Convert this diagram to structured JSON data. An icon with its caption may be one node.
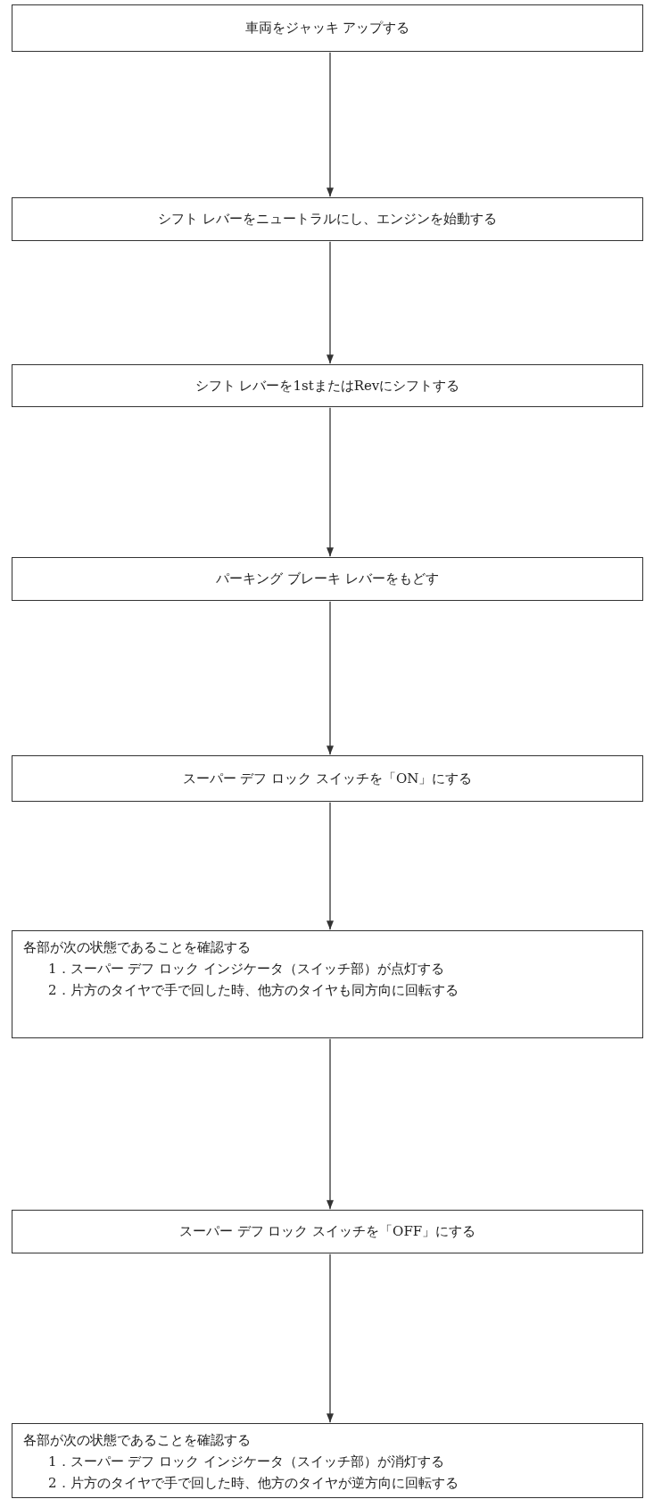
{
  "diagram": {
    "nodes": [
      {
        "text": [
          "車両をジャッキ アップする"
        ]
      },
      {
        "text": [
          "シフト レバーをニュートラルにし、エンジンを始動する"
        ]
      },
      {
        "text": [
          "シフト レバーを1stまたはRevにシフトする"
        ]
      },
      {
        "text": [
          "パーキング ブレーキ レバーをもどす"
        ]
      },
      {
        "text": [
          "スーパー デフ ロック スイッチを「ON」にする"
        ]
      },
      {
        "text": [
          "各部が次の状態であることを確認する",
          "1．スーパー デフ ロック インジケータ（スイッチ部）が点灯する",
          "2．片方のタイヤで手で回した時、他方のタイヤも同方向に回転する"
        ]
      },
      {
        "text": [
          "スーパー デフ ロック スイッチを「OFF」にする"
        ]
      },
      {
        "text": [
          "各部が次の状態であることを確認する",
          "1．スーパー デフ ロック インジケータ（スイッチ部）が消灯する",
          "2．片方のタイヤで手で回した時、他方のタイヤが逆方向に回転する"
        ]
      }
    ],
    "edges": [
      {
        "from": 0,
        "to": 1,
        "arrow": "to"
      },
      {
        "from": 1,
        "to": 2,
        "arrow": "to"
      },
      {
        "from": 2,
        "to": 3,
        "arrow": "to"
      },
      {
        "from": 3,
        "to": 4,
        "arrow": "to"
      },
      {
        "from": 4,
        "to": 5,
        "arrow": "to"
      },
      {
        "from": 5,
        "to": 6,
        "arrow": "to"
      },
      {
        "from": 6,
        "to": 7,
        "arrow": "to"
      }
    ]
  }
}
